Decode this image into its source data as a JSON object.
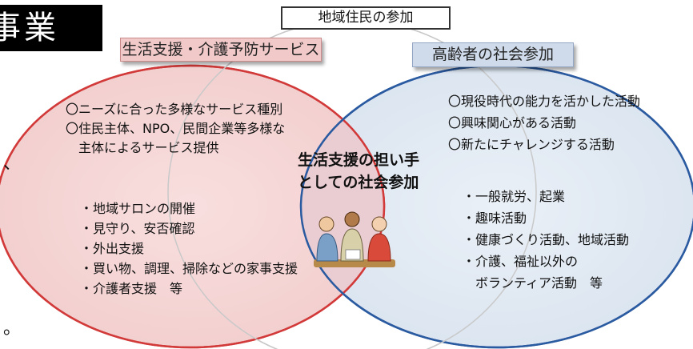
{
  "title_banner": "事業",
  "frame_label": "地域住民の参加",
  "left_set": {
    "label": "生活支援・介護予防サービス",
    "color": "#f2c9c9",
    "outline": "#d23a3a",
    "items_top": [
      "〇ニーズに合った多様なサービス種別",
      "〇住民主体、NPO、民間企業等多様な",
      "　主体によるサービス提供"
    ],
    "items_bottom": [
      "・地域サロンの開催",
      "・見守り、安否確認",
      "・外出支援",
      "・買い物、調理、掃除などの家事支援",
      "・介護者支援　等"
    ]
  },
  "right_set": {
    "label": "高齢者の社会参加",
    "color": "#dde6f1",
    "outline": "#2a5aa0",
    "items_top": [
      "〇現役時代の能力を活かした活動",
      "〇興味関心がある活動",
      "〇新たにチャレンジする活動"
    ],
    "items_bottom": [
      "・一般就労、起業",
      "・趣味活動",
      "・健康づくり活動、地域活動",
      "・介護、福祉以外の",
      "　ボランティア活動　等"
    ]
  },
  "intersection": {
    "lines": [
      "生活支援の担い手",
      "としての社会参加"
    ],
    "illustration": "people-meeting-illustration"
  },
  "edge_marks": [
    "、",
    "。"
  ]
}
